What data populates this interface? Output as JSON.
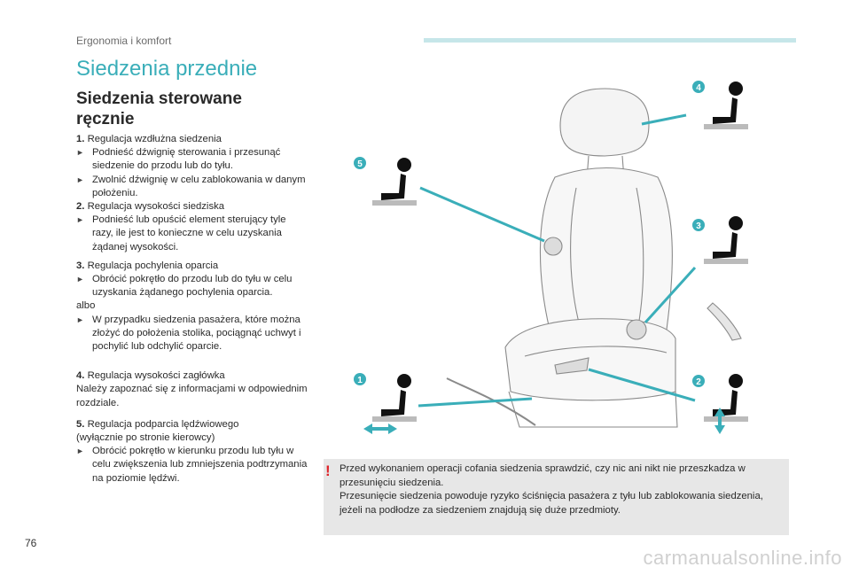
{
  "header": {
    "section": "Ergonomia i komfort",
    "accent": "#3aaeb9"
  },
  "title": "Siedzenia przednie",
  "subtitle": "Siedzenia sterowane ręcznie",
  "items": {
    "i1_num": "1.",
    "i1_head": "Regulacja wzdłużna siedzenia",
    "i1_b1": "Podnieść dźwignię sterowania i przesunąć siedzenie do przodu lub do tyłu.",
    "i1_b2": "Zwolnić dźwignię w celu zablokowania w danym położeniu.",
    "i2_num": "2.",
    "i2_head": "Regulacja wysokości siedziska",
    "i2_b1": "Podnieść lub opuścić element sterujący tyle razy, ile jest to konieczne w celu uzyskania żądanej wysokości.",
    "i3_num": "3.",
    "i3_head": "Regulacja pochylenia oparcia",
    "i3_b1": "Obrócić pokrętło do przodu lub do tyłu w celu uzyskania żądanego pochylenia oparcia.",
    "i3_or": "albo",
    "i3_b2": "W przypadku siedzenia pasażera, które można złożyć do położenia stolika, pociągnąć uchwyt i pochylić lub odchylić oparcie.",
    "i4_num": "4.",
    "i4_head": "Regulacja wysokości zagłówka",
    "i4_text": "Należy zapoznać się z informacjami w odpowiednim rozdziale.",
    "i5_num": "5.",
    "i5_head": "Regulacja podparcia lędźwiowego",
    "i5_sub": "(wyłącznie po stronie kierowcy)",
    "i5_b1": "Obrócić pokrętło w kierunku przodu lub tyłu w celu zwiększenia lub zmniejszenia podtrzymania na poziomie lędźwi."
  },
  "bullet_icon": "arrow-bullet-icon",
  "warning": {
    "icon": "exclamation-icon",
    "color": "#e0242a",
    "line1": "Przed wykonaniem operacji cofania siedzenia sprawdzić, czy nic ani nikt nie przeszkadza w przesunięciu siedzenia.",
    "line2": "Przesunięcie siedzenia powoduje ryzyko ściśnięcia pasażera z tyłu lub zablokowania siedzenia, jeżeli na podłodze za siedzeniem znajdują się duże przedmioty."
  },
  "badges": [
    "1",
    "2",
    "3",
    "4",
    "5"
  ],
  "page_number": "76",
  "watermark": "carmanualsonline.info"
}
